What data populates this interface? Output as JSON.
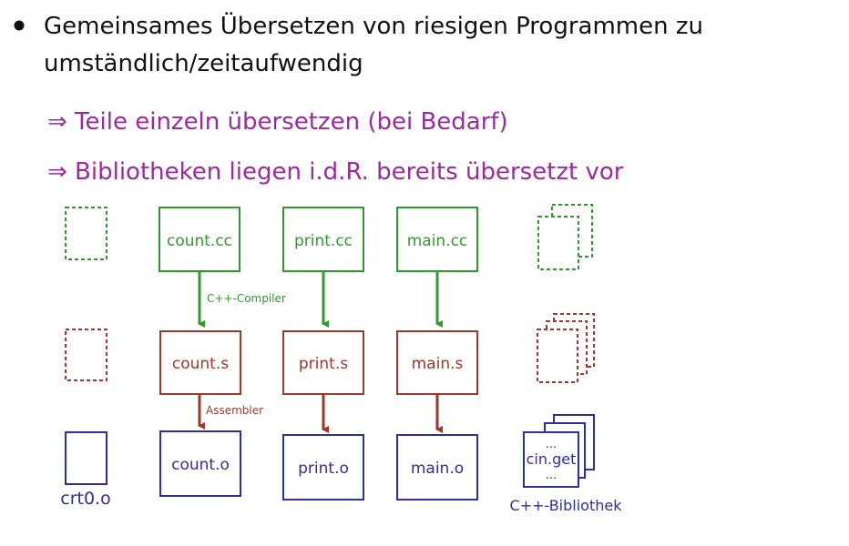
{
  "slide": {
    "bullet": "Gemeinsames Übersetzen von riesigen Programmen zu",
    "bullet_cont": "umständlich/zeitaufwendig",
    "implications": [
      "⇒ Teile einzeln übersetzen (bei Bedarf)",
      "⇒ Bibliotheken liegen i.d.R. bereits übersetzt vor"
    ]
  },
  "diagram": {
    "sources": [
      "count.cc",
      "print.cc",
      "main.cc"
    ],
    "assembly": [
      "count.s",
      "print.s",
      "main.s"
    ],
    "objects": [
      "count.o",
      "print.o",
      "main.o"
    ],
    "compiler_label": "C++-Compiler",
    "assembler_label": "Assembler",
    "startup_object": "crt0.o",
    "library_content": "cin.get",
    "library_dots": "...",
    "library_label": "C++-Bibliothek",
    "colors": {
      "source": "#2e9a2e",
      "assembly": "#a0372b",
      "object": "#2b2fa0",
      "highlight": "#9b2a9e"
    }
  }
}
